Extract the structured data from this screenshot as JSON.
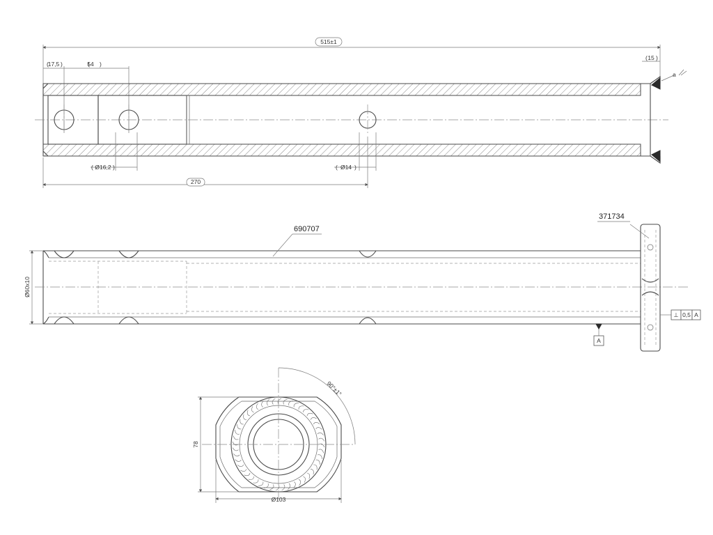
{
  "dimensions": {
    "overall_length": "515±1",
    "end_length_1": "17,5",
    "end_length_2": "54",
    "weld_length": "15",
    "hole_diameter_1": "Ø16,2",
    "hole_diameter_2": "Ø14",
    "hole_position": "270",
    "tube_size": "Ø60x10",
    "flange_height": "78",
    "flange_diameter": "Ø103",
    "angle": "90°±1°"
  },
  "part_numbers": {
    "tube": "690707",
    "flange": "371734"
  },
  "tolerance": {
    "symbol": "⊥",
    "value": "0,5",
    "datum": "A"
  },
  "datum_label": "A",
  "colors": {
    "line": "#4a4a4a",
    "background": "#ffffff"
  }
}
